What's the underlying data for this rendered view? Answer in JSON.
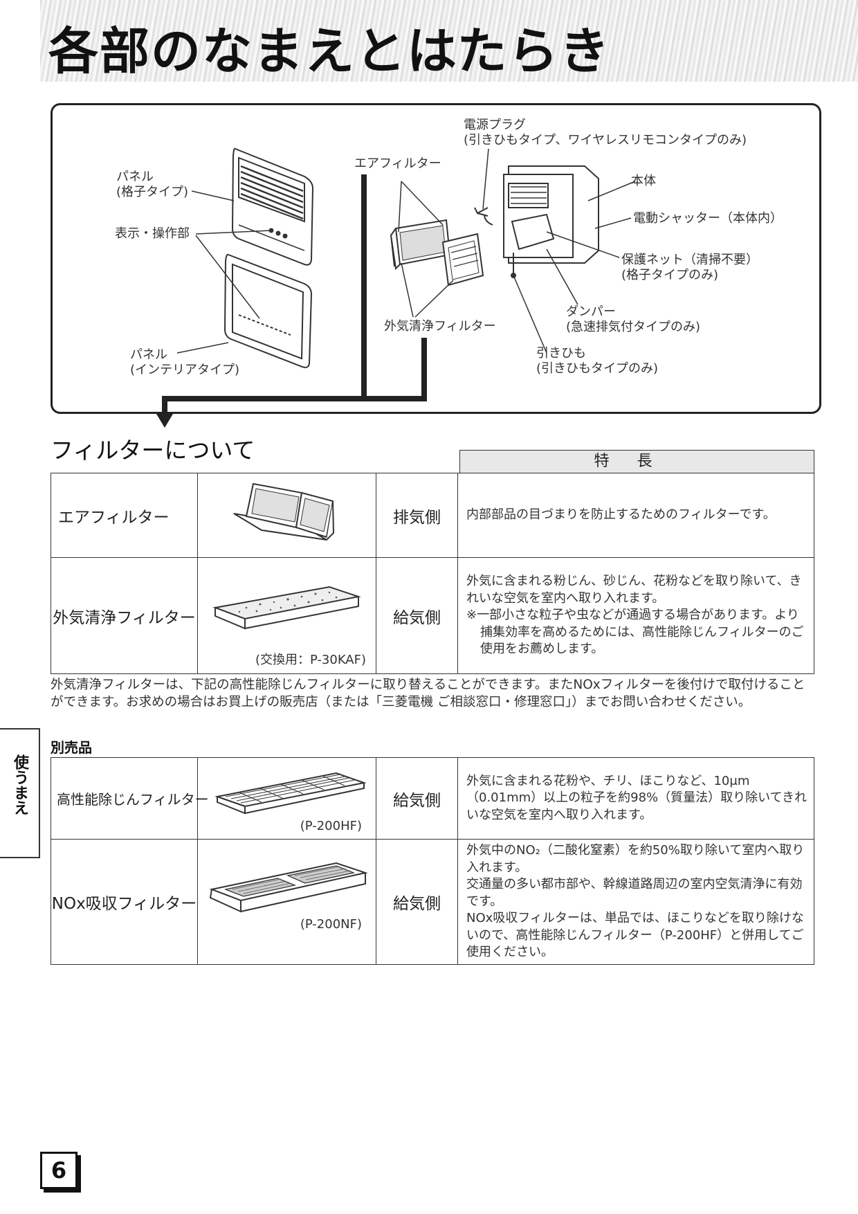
{
  "title": "各部のなまえとはたらき",
  "diagram": {
    "labels": {
      "panel_lattice": [
        "パネル",
        "(格子タイプ)"
      ],
      "display_panel": "表示・操作部",
      "panel_interior": [
        "パネル",
        "(インテリアタイプ)"
      ],
      "air_filter": "エアフィルター",
      "outside_filter": "外気清浄フィルター",
      "power_plug": [
        "電源プラグ",
        "(引きひもタイプ、ワイヤレスリモコンタイプのみ)"
      ],
      "main_body": "本体",
      "shutter": "電動シャッター（本体内）",
      "protective_net": [
        "保護ネット（清掃不要）",
        "(格子タイプのみ)"
      ],
      "damper": [
        "ダンパー",
        "(急速排気付タイプのみ)"
      ],
      "pull_cord": [
        "引きひも",
        "(引きひもタイプのみ)"
      ]
    }
  },
  "filter_section": {
    "title": "フィルターについて",
    "feature_header": "特長",
    "rows": [
      {
        "name": "エアフィルター",
        "side": "排気側",
        "model": "",
        "features": [
          "内部部品の目づまりを防止するためのフィルターです。"
        ]
      },
      {
        "name": "外気清浄フィルター",
        "side": "給気側",
        "model": "(交換用：P-30KAF)",
        "features": [
          "外気に含まれる粉じん、砂じん、花粉などを取り除いて、きれいな空気を室内へ取り入れます。",
          "※一部小さな粒子や虫などが通過する場合があります。より捕集効率を高めるためには、高性能除じんフィルターのご使用をお薦めします。"
        ]
      }
    ]
  },
  "note": "外気清浄フィルターは、下記の高性能除じんフィルターに取り替えることができます。またNOxフィルターを後付けで取付けることができます。お求めの場合はお買上げの販売店（または「三菱電機 ご相談窓口・修理窓口」）までお問い合わせください。",
  "optional": {
    "title": "別売品",
    "rows": [
      {
        "name": "高性能除じんフィルター",
        "side": "給気側",
        "model": "(P-200HF)",
        "features": [
          "外気に含まれる花粉や、チリ、ほこりなど、10μm（0.01mm）以上の粒子を約98%（質量法）取り除いてきれいな空気を室内へ取り入れます。"
        ]
      },
      {
        "name": "NOx吸収フィルター",
        "side": "給気側",
        "model": "(P-200NF)",
        "features": [
          "外気中のNO₂（二酸化窒素）を約50%取り除いて室内へ取り入れます。",
          "交通量の多い都市部や、幹線道路周辺の室内空気清浄に有効です。",
          "NOx吸収フィルターは、単品では、ほこりなどを取り除けないので、高性能除じんフィルター（P-200HF）と併用してご使用ください。"
        ]
      }
    ]
  },
  "side_tab": "使うまえ",
  "page_number": "6"
}
